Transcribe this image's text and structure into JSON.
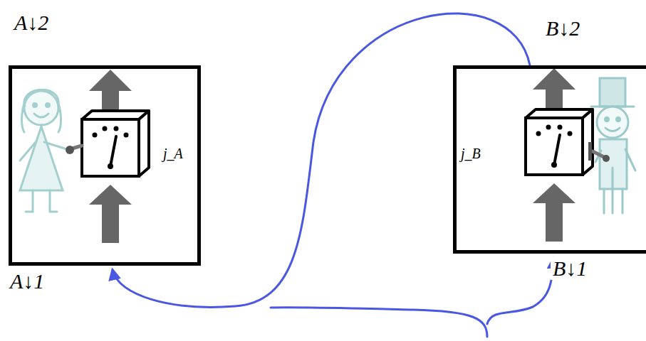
{
  "diagram": {
    "nodes": [
      {
        "text": [
          "A↓2",
          "j_A",
          "A↓1"
        ]
      },
      {
        "text": [
          "B↓2",
          "j_B",
          "B↓1"
        ]
      }
    ],
    "edges": [
      {
        "from": 1,
        "to": 0,
        "arrow": "to"
      }
    ]
  }
}
